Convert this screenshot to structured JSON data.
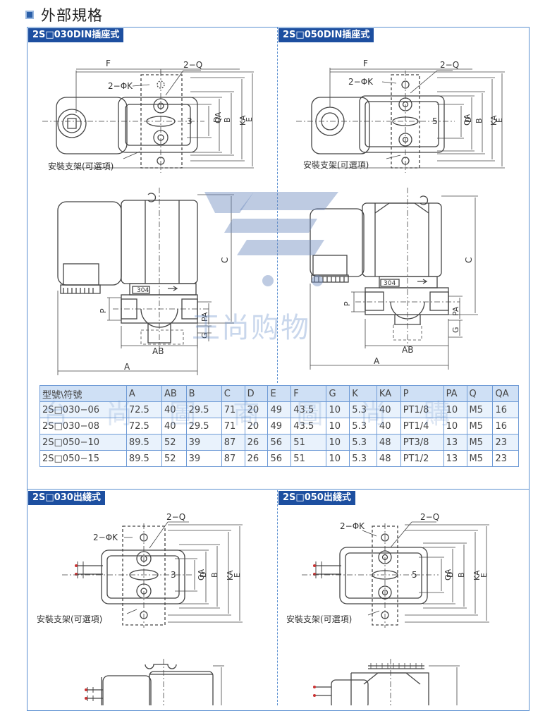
{
  "page": {
    "heading": "外部規格"
  },
  "sections": {
    "din030": "2S□030DIN插座式",
    "din050": "2S□050DIN插座式",
    "cable030": "2S□030出綫式",
    "cable050": "2S□050出綫式"
  },
  "drawing_labels": {
    "F": "F",
    "two_q": "2−Q",
    "two_phik": "2−ΦK",
    "QA": "QA",
    "D": "D",
    "B": "B",
    "KA": "KA",
    "E": "E",
    "C": "C",
    "P": "P",
    "PA": "PA",
    "G": "G",
    "AB": "AB",
    "A": "A",
    "bracket_030": "安裝支架(可選項)",
    "bracket_050": "安裝支架(可選項)",
    "port_030": "3",
    "port_050": "5",
    "material": "304"
  },
  "watermark": {
    "text": "王尚购物",
    "text2": "台 尚 圖 商 圖 尚 購"
  },
  "spec_table": {
    "headers": [
      "型號\\符號",
      "A",
      "AB",
      "B",
      "C",
      "D",
      "E",
      "F",
      "G",
      "K",
      "KA",
      "P",
      "PA",
      "Q",
      "QA"
    ],
    "rows": [
      [
        "2S□030−06",
        "72.5",
        "40",
        "29.5",
        "71",
        "20",
        "49",
        "43.5",
        "10",
        "5.3",
        "40",
        "PT1/8",
        "10",
        "M5",
        "16"
      ],
      [
        "2S□030−08",
        "72.5",
        "40",
        "29.5",
        "71",
        "20",
        "49",
        "43.5",
        "10",
        "5.3",
        "40",
        "PT1/4",
        "10",
        "M5",
        "16"
      ],
      [
        "2S□050−10",
        "89.5",
        "52",
        "39",
        "87",
        "26",
        "56",
        "51",
        "10",
        "5.3",
        "48",
        "PT3/8",
        "13",
        "M5",
        "23"
      ],
      [
        "2S□050−15",
        "89.5",
        "52",
        "39",
        "87",
        "26",
        "56",
        "51",
        "10",
        "5.3",
        "48",
        "PT1/2",
        "13",
        "M5",
        "23"
      ]
    ]
  },
  "colors": {
    "accent": "#1d4fa0",
    "frame": "#5a8fd0",
    "line": "#333333"
  }
}
